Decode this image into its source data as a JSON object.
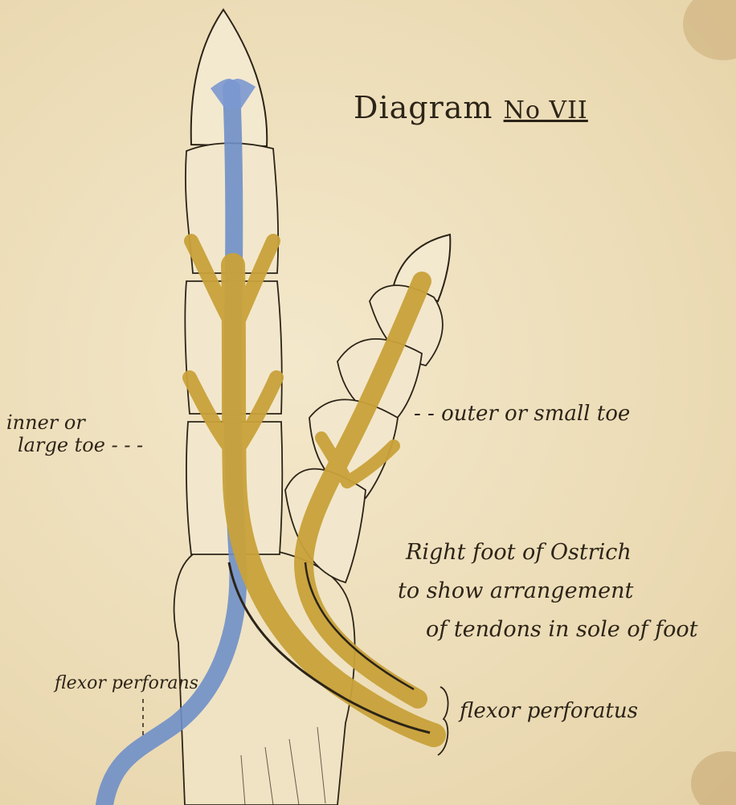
{
  "diagram": {
    "title": "Diagram",
    "title_number": "No VII",
    "labels": {
      "inner_toe_line1": "inner or",
      "inner_toe_line2": "large toe - - -",
      "outer_toe": "- - outer or small toe",
      "caption_line1": "Right foot of Ostrich",
      "caption_line2": "to show arrangement",
      "caption_line3": "of tendons in sole of foot",
      "flexor_perforans": "flexor perforans",
      "flexor_perforatus": "flexor perforatus"
    },
    "colors": {
      "paper": "#eee0bf",
      "ink": "#2c2418",
      "tendon_blue": "#6f8fc8",
      "tendon_ochre": "#c9a23a"
    }
  }
}
